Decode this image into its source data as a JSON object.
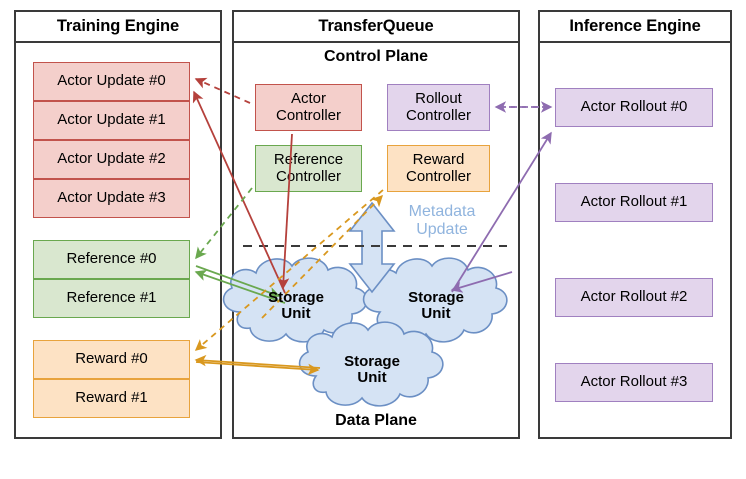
{
  "diagram": {
    "title": "TransferQueue architecture",
    "colors": {
      "pink_fill": "#f4cfcb",
      "pink_stroke": "#c2534c",
      "green_fill": "#d9e7cf",
      "green_stroke": "#6aa84f",
      "orange_fill": "#fde2c4",
      "orange_stroke": "#e8a33d",
      "purple_fill": "#e3d5ec",
      "purple_stroke": "#a080c0",
      "cloud_fill": "#d5e3f4",
      "cloud_stroke": "#6b8fc4",
      "metadata_arrow_fill": "#d5e3f4",
      "metadata_text": "#90b4de",
      "panel_border": "#3a3a3a"
    }
  },
  "panels": {
    "training": {
      "title": "Training Engine",
      "actor_updates": [
        "Actor Update #0",
        "Actor Update #1",
        "Actor Update #2",
        "Actor Update #3"
      ],
      "references": [
        "Reference #0",
        "Reference #1"
      ],
      "rewards": [
        "Reward #0",
        "Reward #1"
      ]
    },
    "transferqueue": {
      "title": "TransferQueue",
      "control_plane_label": "Control Plane",
      "data_plane_label": "Data Plane",
      "controllers": [
        {
          "name": "actor-controller",
          "line1": "Actor",
          "line2": "Controller"
        },
        {
          "name": "rollout-controller",
          "line1": "Rollout",
          "line2": "Controller"
        },
        {
          "name": "reference-controller",
          "line1": "Reference",
          "line2": "Controller"
        },
        {
          "name": "reward-controller",
          "line1": "Reward",
          "line2": "Controller"
        }
      ],
      "metadata_update": {
        "line1": "Metadata",
        "line2": "Update"
      },
      "storage_units": [
        {
          "line1": "Storage",
          "line2": "Unit"
        },
        {
          "line1": "Storage",
          "line2": "Unit"
        },
        {
          "line1": "Storage",
          "line2": "Unit"
        }
      ]
    },
    "inference": {
      "title": "Inference Engine",
      "actor_rollouts": [
        "Actor Rollout #0",
        "Actor Rollout #1",
        "Actor Rollout #2",
        "Actor Rollout #3"
      ]
    }
  }
}
